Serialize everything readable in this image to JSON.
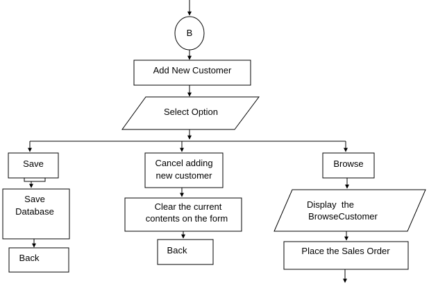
{
  "connector": {
    "label": "B"
  },
  "nodes": {
    "add_new_customer": "Add New Customer",
    "select_option": "Select Option",
    "save": "Save",
    "save_database": [
      "Save",
      "Database"
    ],
    "back_left": "Back",
    "cancel_adding": [
      "Cancel adding",
      "new customer"
    ],
    "clear_contents": [
      "Clear the current",
      "contents on the form"
    ],
    "back_middle": "Back",
    "browse": "Browse",
    "display_browse": [
      "Display  the",
      "BrowseCustomer"
    ],
    "place_sales_order": "Place the Sales Order"
  }
}
